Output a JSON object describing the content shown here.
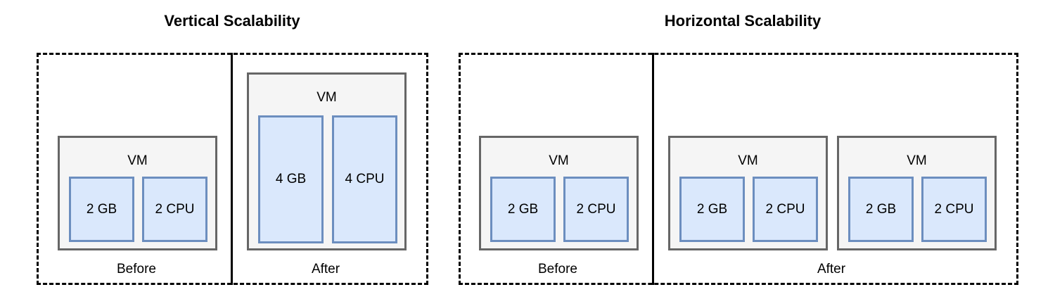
{
  "vertical": {
    "title": "Vertical Scalability",
    "before": {
      "caption": "Before",
      "vm": {
        "label": "VM",
        "memory": "2 GB",
        "cpu": "2 CPU"
      }
    },
    "after": {
      "caption": "After",
      "vm": {
        "label": "VM",
        "memory": "4 GB",
        "cpu": "4 CPU"
      }
    }
  },
  "horizontal": {
    "title": "Horizontal Scalability",
    "before": {
      "caption": "Before",
      "vm": {
        "label": "VM",
        "memory": "2 GB",
        "cpu": "2 CPU"
      }
    },
    "after": {
      "caption": "After",
      "vms": [
        {
          "label": "VM",
          "memory": "2 GB",
          "cpu": "2 CPU"
        },
        {
          "label": "VM",
          "memory": "2 GB",
          "cpu": "2 CPU"
        }
      ]
    }
  }
}
